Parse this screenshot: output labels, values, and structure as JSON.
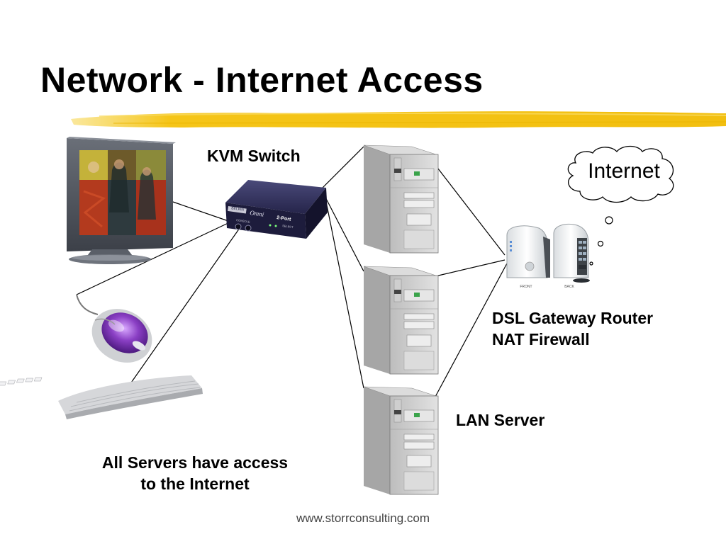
{
  "slide": {
    "title": "Network - Internet Access",
    "footer": "www.storrconsulting.com"
  },
  "labels": {
    "kvm_switch": "KVM Switch",
    "internet": "Internet",
    "router_line1": "DSL Gateway Router",
    "router_line2": "NAT Firewall",
    "lan_server": "LAN Server",
    "access_line1": "All Servers have access",
    "access_line2": "to the Internet"
  },
  "device_markings": {
    "kvm_brand": "BELKIN",
    "kvm_model": "Omni",
    "kvm_ports": "2-Port",
    "kvm_port_label": "CONSOLE",
    "kvm_select": "SELECT",
    "router_front": "FRONT",
    "router_back": "BACK"
  },
  "colors": {
    "accent_brush": "#f5c518",
    "kvm_body": "#2a2950",
    "mouse_purple": "#8a3fc4"
  }
}
